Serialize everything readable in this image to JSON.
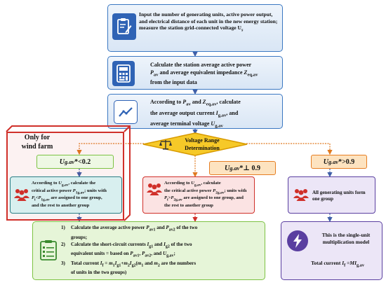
{
  "step1": {
    "label": "Input the number of generating units, active power output, and electrical distance of each unit in the new energy station; measure the station grid-connected voltage U",
    "label_sub": "s",
    "icon": "clipboard-edit-icon"
  },
  "step2": {
    "line1": "Calculate the station average active power",
    "line2a": "P",
    "line2a_sub": "av",
    "line2b": " and average equivalent impedance ",
    "line2c": "Z",
    "line2c_sub": "eq,av",
    "line3": "from the input data",
    "icon": "calculator-icon"
  },
  "step3": {
    "line1a": "According to ",
    "line1b": "P",
    "line1b_sub": "av",
    "line1c": " and ",
    "line1d": "Z",
    "line1d_sub": "eq,av",
    "line1e": ", calculate",
    "line2a": "the average output current ",
    "line2b": "I",
    "line2b_sub": "g,av",
    "line2c": ", and",
    "line3a": "average terminal voltage ",
    "line3b": "U",
    "line3b_sub": "g,av",
    "icon": "line-chart-icon"
  },
  "decision": {
    "line1": "Voltage Range",
    "line2": "Determination",
    "icon": "balance-scale-icon"
  },
  "wind_farm": {
    "label_line1": "Only for",
    "label_line2": "wind farm"
  },
  "cond_low": {
    "var": "U",
    "sub": "g.av",
    "op": "*<0.2"
  },
  "cond_mid": {
    "var": "U",
    "sub": "g.av",
    "op": "*⊥ 0.9"
  },
  "cond_high": {
    "var": "U",
    "sub": "g.av",
    "op": "*>0.9"
  },
  "box_low": {
    "text": "According to U_g,av, calculate the critical active power P_1g,av; units with P_i<P_1g,av are assigned to one group, and the rest to another group",
    "l1a": "According to ",
    "l1b": "U",
    "l1b_sub": "g,av",
    "l1c": ", calculate the",
    "l2a": "critical active power ",
    "l2b": "P",
    "l2b_sub": "1g,av",
    "l2c": "; units with",
    "l3a": "P",
    "l3a_sub": "i",
    "l3b": "<",
    "l3c": "P",
    "l3c_sub": "1g,av",
    "l3d": " are assigned to one group,",
    "l4": "and the rest to another group",
    "icon": "group-people-icon"
  },
  "box_mid": {
    "l1a": "According to ",
    "l1b": "U",
    "l1b_sub": "g,av",
    "l1c": ", calculate",
    "l2a": "the critical active power ",
    "l2b": "P",
    "l2b_sub": "2g,av",
    "l2c": "; units with",
    "l3a": "P",
    "l3a_sub": "i",
    "l3b": ">",
    "l3c": "P",
    "l3c_sub": "2g,av",
    "l3d": " are assigned to one group, and",
    "l4": "the rest to another group",
    "icon": "group-people-icon"
  },
  "box_high": {
    "l1": "All generating units form",
    "l2": "one group",
    "icon": "group-people-icon"
  },
  "box_calc": {
    "s1n": "1)",
    "s1a": "Calculate the average active power ",
    "s1b": "P",
    "s1b_sub": "av1",
    "s1c": " and ",
    "s1d": "P",
    "s1d_sub": "av2",
    "s1e": " of the two",
    "s1f": "groups;",
    "s2n": "2)",
    "s2a": "Calculate the short-circuit currents ",
    "s2b": "I",
    "s2b_sub": "g1",
    "s2c": " and ",
    "s2d": "I",
    "s2d_sub": "g2",
    "s2e": " of the two",
    "s2f": "equivalent units = based on ",
    "s2g": "P",
    "s2g_sub": "av1",
    "s2h": ", ",
    "s2i": "P",
    "s2i_sub": "av2",
    "s2j": ", and ",
    "s2k": "U",
    "s2k_sub": "g,av",
    "s2l": ";",
    "s3n": "3)",
    "s3a": "Total current ",
    "s3b": "I",
    "s3b_sub": "f",
    "s3c": " = ",
    "s3d": "m",
    "s3d_sub": "1",
    "s3e": "I",
    "s3e_sub": "g1",
    "s3f": "+",
    "s3g": "m",
    "s3g_sub": "2",
    "s3h": "I",
    "s3h_sub": "g2",
    "s3i": "(",
    "s3j": "m",
    "s3j_sub": "1",
    "s3k": " and ",
    "s3l": "m",
    "s3l_sub": "2",
    "s3m": " are the numbers",
    "s3o": "of units in the two groups)",
    "icon": "checklist-icon"
  },
  "box_single": {
    "l1": "This is the single-unit",
    "l2": "multiplication model",
    "l3a": "Total current ",
    "l3b": "I",
    "l3b_sub": "f",
    "l3c": " =",
    "l3d": "MI",
    "l3d_sub": "g,av",
    "icon": "lightning-bolt-icon"
  },
  "colors": {
    "blue_border": "#3b78c2",
    "gold": "#f2b800",
    "orange": "#e67e22",
    "red": "#d0302a",
    "green": "#7cc242",
    "purple": "#5a3fa0",
    "teal": "#2a7f86"
  }
}
